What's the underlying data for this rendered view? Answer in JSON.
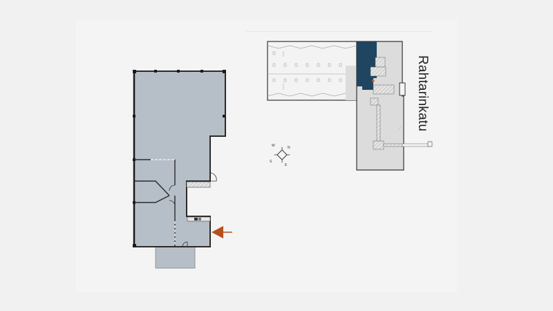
{
  "street_label": "Rahtarinkatu",
  "compass": {
    "labels": [
      "N",
      "E",
      "S",
      "W"
    ]
  },
  "colors": {
    "background": "#f1f1f1",
    "unit_fill": "#b6bec8",
    "unit_wall": "#2a2a2a",
    "building_fill": "#f3f3f3",
    "building_grey": "#dcdcdc",
    "highlight_unit": "#1f4560",
    "entrance_arrow": "#b5501b"
  },
  "detail_plan": {
    "name": "unit-floor-plan",
    "entrance_marker": "arrow pointing left"
  },
  "key_plan": {
    "name": "building-key-plan",
    "highlighted_unit": "dark blue"
  }
}
